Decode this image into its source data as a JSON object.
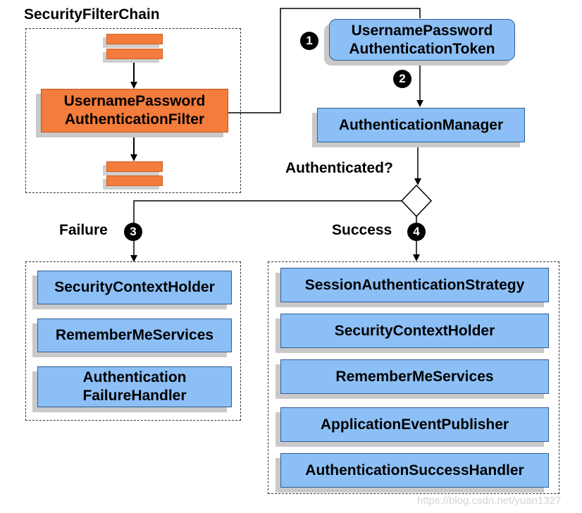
{
  "filter_chain": {
    "title": "SecurityFilterChain",
    "filter_label": "UsernamePassword\nAuthenticationFilter"
  },
  "token": {
    "label": "UsernamePassword\nAuthenticationToken"
  },
  "manager": {
    "label": "AuthenticationManager"
  },
  "decision": {
    "label": "Authenticated?"
  },
  "failure": {
    "label": "Failure",
    "items": [
      "SecurityContextHolder",
      "RememberMeServices",
      "Authentication\nFailureHandler"
    ]
  },
  "success": {
    "label": "Success",
    "items": [
      "SessionAuthenticationStrategy",
      "SecurityContextHolder",
      "RememberMeServices",
      "ApplicationEventPublisher",
      "AuthenticationSuccessHandler"
    ]
  },
  "steps": [
    "1",
    "2",
    "3",
    "4"
  ],
  "watermark": "https://blog.csdn.net/yuan1327",
  "colors": {
    "box_blue": "#8cbff5",
    "filter_orange": "#f47c3c",
    "badge_black": "#000000"
  }
}
